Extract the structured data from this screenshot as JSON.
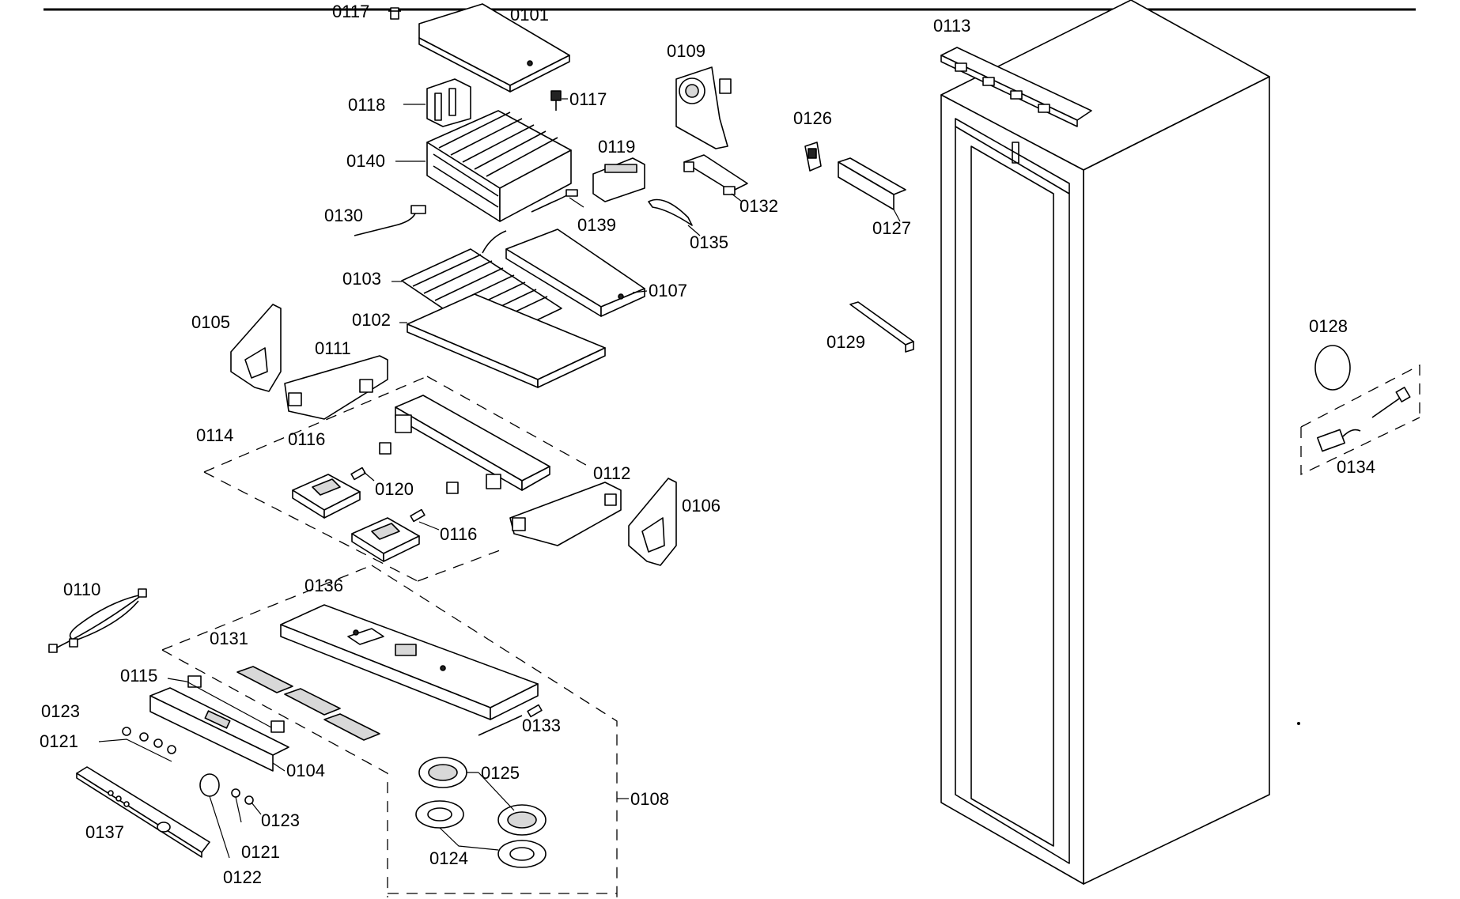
{
  "labels": {
    "l0101": "0101",
    "l0117a": "0117",
    "l0117b": "0117",
    "l0118": "0118",
    "l0140": "0140",
    "l0109": "0109",
    "l0119": "0119",
    "l0126": "0126",
    "l0113": "0113",
    "l0130": "0130",
    "l0139": "0139",
    "l0132": "0132",
    "l0135": "0135",
    "l0127": "0127",
    "l0103": "0103",
    "l0107": "0107",
    "l0102": "0102",
    "l0105": "0105",
    "l0111": "0111",
    "l0129": "0129",
    "l0128": "0128",
    "l0114": "0114",
    "l0116a": "0116",
    "l0120": "0120",
    "l0112": "0112",
    "l0106": "0106",
    "l0116b": "0116",
    "l0134": "0134",
    "l0110": "0110",
    "l0136": "0136",
    "l0131": "0131",
    "l0115": "0115",
    "l0123a": "0123",
    "l0121a": "0121",
    "l0133": "0133",
    "l0104": "0104",
    "l0125": "0125",
    "l0108": "0108",
    "l0137": "0137",
    "l0123b": "0123",
    "l0121b": "0121",
    "l0124": "0124",
    "l0122": "0122"
  }
}
